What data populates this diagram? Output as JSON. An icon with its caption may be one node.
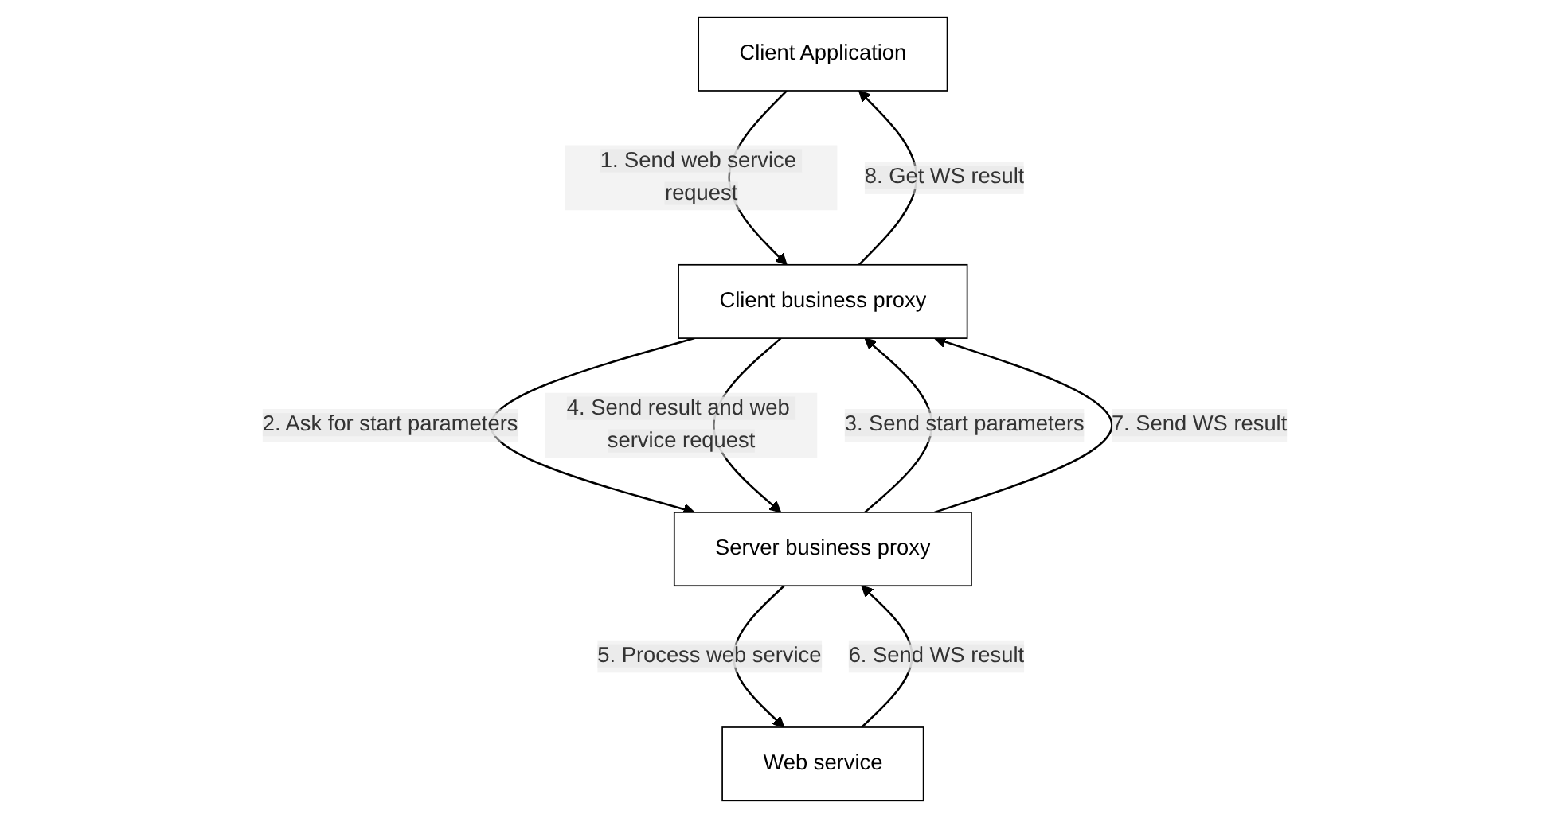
{
  "diagram": {
    "nodes": [
      {
        "text": [
          "Client Application"
        ]
      },
      {
        "text": [
          "Web service"
        ]
      },
      {
        "text": [
          "Client business proxy"
        ]
      },
      {
        "text": [
          "Server business proxy"
        ]
      }
    ],
    "edges": [
      {
        "from": 0,
        "to": 2,
        "arrow": "to",
        "label": "1. Send web service request"
      },
      {
        "from": 2,
        "to": 0,
        "arrow": "to",
        "label": "8. Get WS result"
      },
      {
        "from": 2,
        "to": 3,
        "arrow": "to",
        "label": "2. Ask for start parameters"
      },
      {
        "from": 3,
        "to": 2,
        "arrow": "to",
        "label": "3. Send start parameters"
      },
      {
        "from": 2,
        "to": 3,
        "arrow": "to",
        "label": "4. Send result and web service request"
      },
      {
        "from": 3,
        "to": 1,
        "arrow": "to",
        "label": "5. Process web service"
      },
      {
        "from": 1,
        "to": 3,
        "arrow": "to",
        "label": "6. Send WS result"
      },
      {
        "from": 3,
        "to": 2,
        "arrow": "to",
        "label": "7. Send WS result"
      }
    ]
  }
}
